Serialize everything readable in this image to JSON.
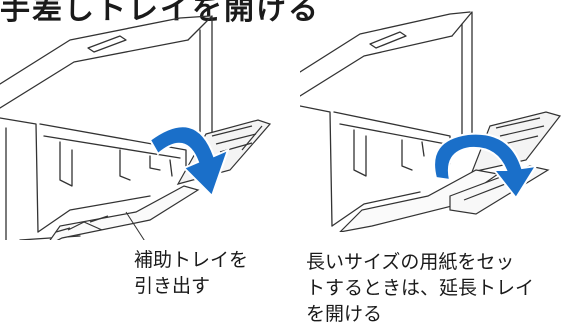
{
  "header": {
    "title": "手差しトレイを開ける"
  },
  "steps": [
    {
      "caption_lines": [
        "補助トレイを",
        "引き出す"
      ],
      "arrow_color": "#1a6fc9"
    },
    {
      "caption_lines": [
        "長いサイズの用紙をセッ",
        "トするときは、延長トレイ",
        "を開ける"
      ],
      "arrow_color": "#1a6fc9"
    }
  ]
}
